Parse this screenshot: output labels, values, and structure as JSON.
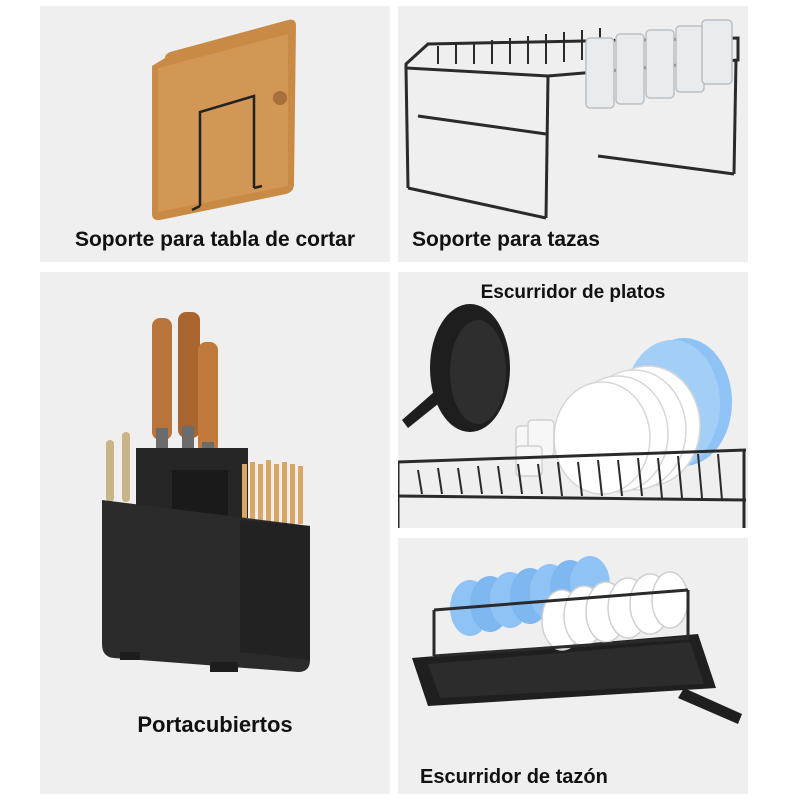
{
  "panels": {
    "cutting_board": {
      "caption": "Soporte para tabla de cortar"
    },
    "cup_holder": {
      "caption": "Soporte para tazas"
    },
    "cutlery_holder": {
      "caption": "Portacubiertos"
    },
    "dish_rack": {
      "caption": "Escurridor de platos"
    },
    "bowl_rack": {
      "caption": "Escurridor de tazón"
    }
  },
  "colors": {
    "panel_bg": "#efefef",
    "wood": "#c98a45",
    "metal": "#2a2a2a",
    "plate": "#ffffff",
    "blue_plate": "#8fc3f5"
  }
}
